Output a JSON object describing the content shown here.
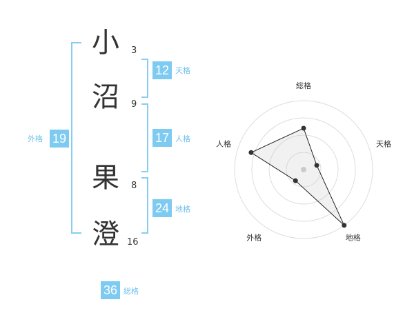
{
  "name_chars": [
    {
      "char": "小",
      "strokes": "3"
    },
    {
      "char": "沼",
      "strokes": "9"
    },
    {
      "char": "果",
      "strokes": "8"
    },
    {
      "char": "澄",
      "strokes": "16"
    }
  ],
  "fortunes": {
    "tenkaku": {
      "value": "12",
      "label": "天格"
    },
    "jinkaku": {
      "value": "17",
      "label": "人格"
    },
    "chikaku": {
      "value": "24",
      "label": "地格"
    },
    "gaikaku": {
      "value": "19",
      "label": "外格"
    },
    "soukaku": {
      "value": "36",
      "label": "総格"
    }
  },
  "colors": {
    "accent": "#7ecbf2",
    "accent_text": "#6ec0ec",
    "bracket": "#88cdf0",
    "text": "#333333"
  },
  "chart_data": {
    "type": "radar",
    "axes": [
      "総格",
      "天格",
      "地格",
      "外格",
      "人格"
    ],
    "max": 5,
    "values": [
      3,
      1,
      5,
      1,
      4
    ],
    "grid_rings": 4
  }
}
